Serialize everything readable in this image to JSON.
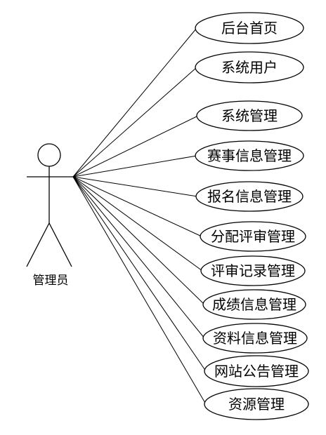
{
  "actor": {
    "label": "管理员"
  },
  "use_cases": [
    {
      "label": "后台首页"
    },
    {
      "label": "系统用户"
    },
    {
      "label": "系统管理"
    },
    {
      "label": "赛事信息管理"
    },
    {
      "label": "报名信息管理"
    },
    {
      "label": "分配评审管理"
    },
    {
      "label": "评审记录管理"
    },
    {
      "label": "成绩信息管理"
    },
    {
      "label": "资料信息管理"
    },
    {
      "label": "网站公告管理"
    },
    {
      "label": "资源管理"
    }
  ]
}
